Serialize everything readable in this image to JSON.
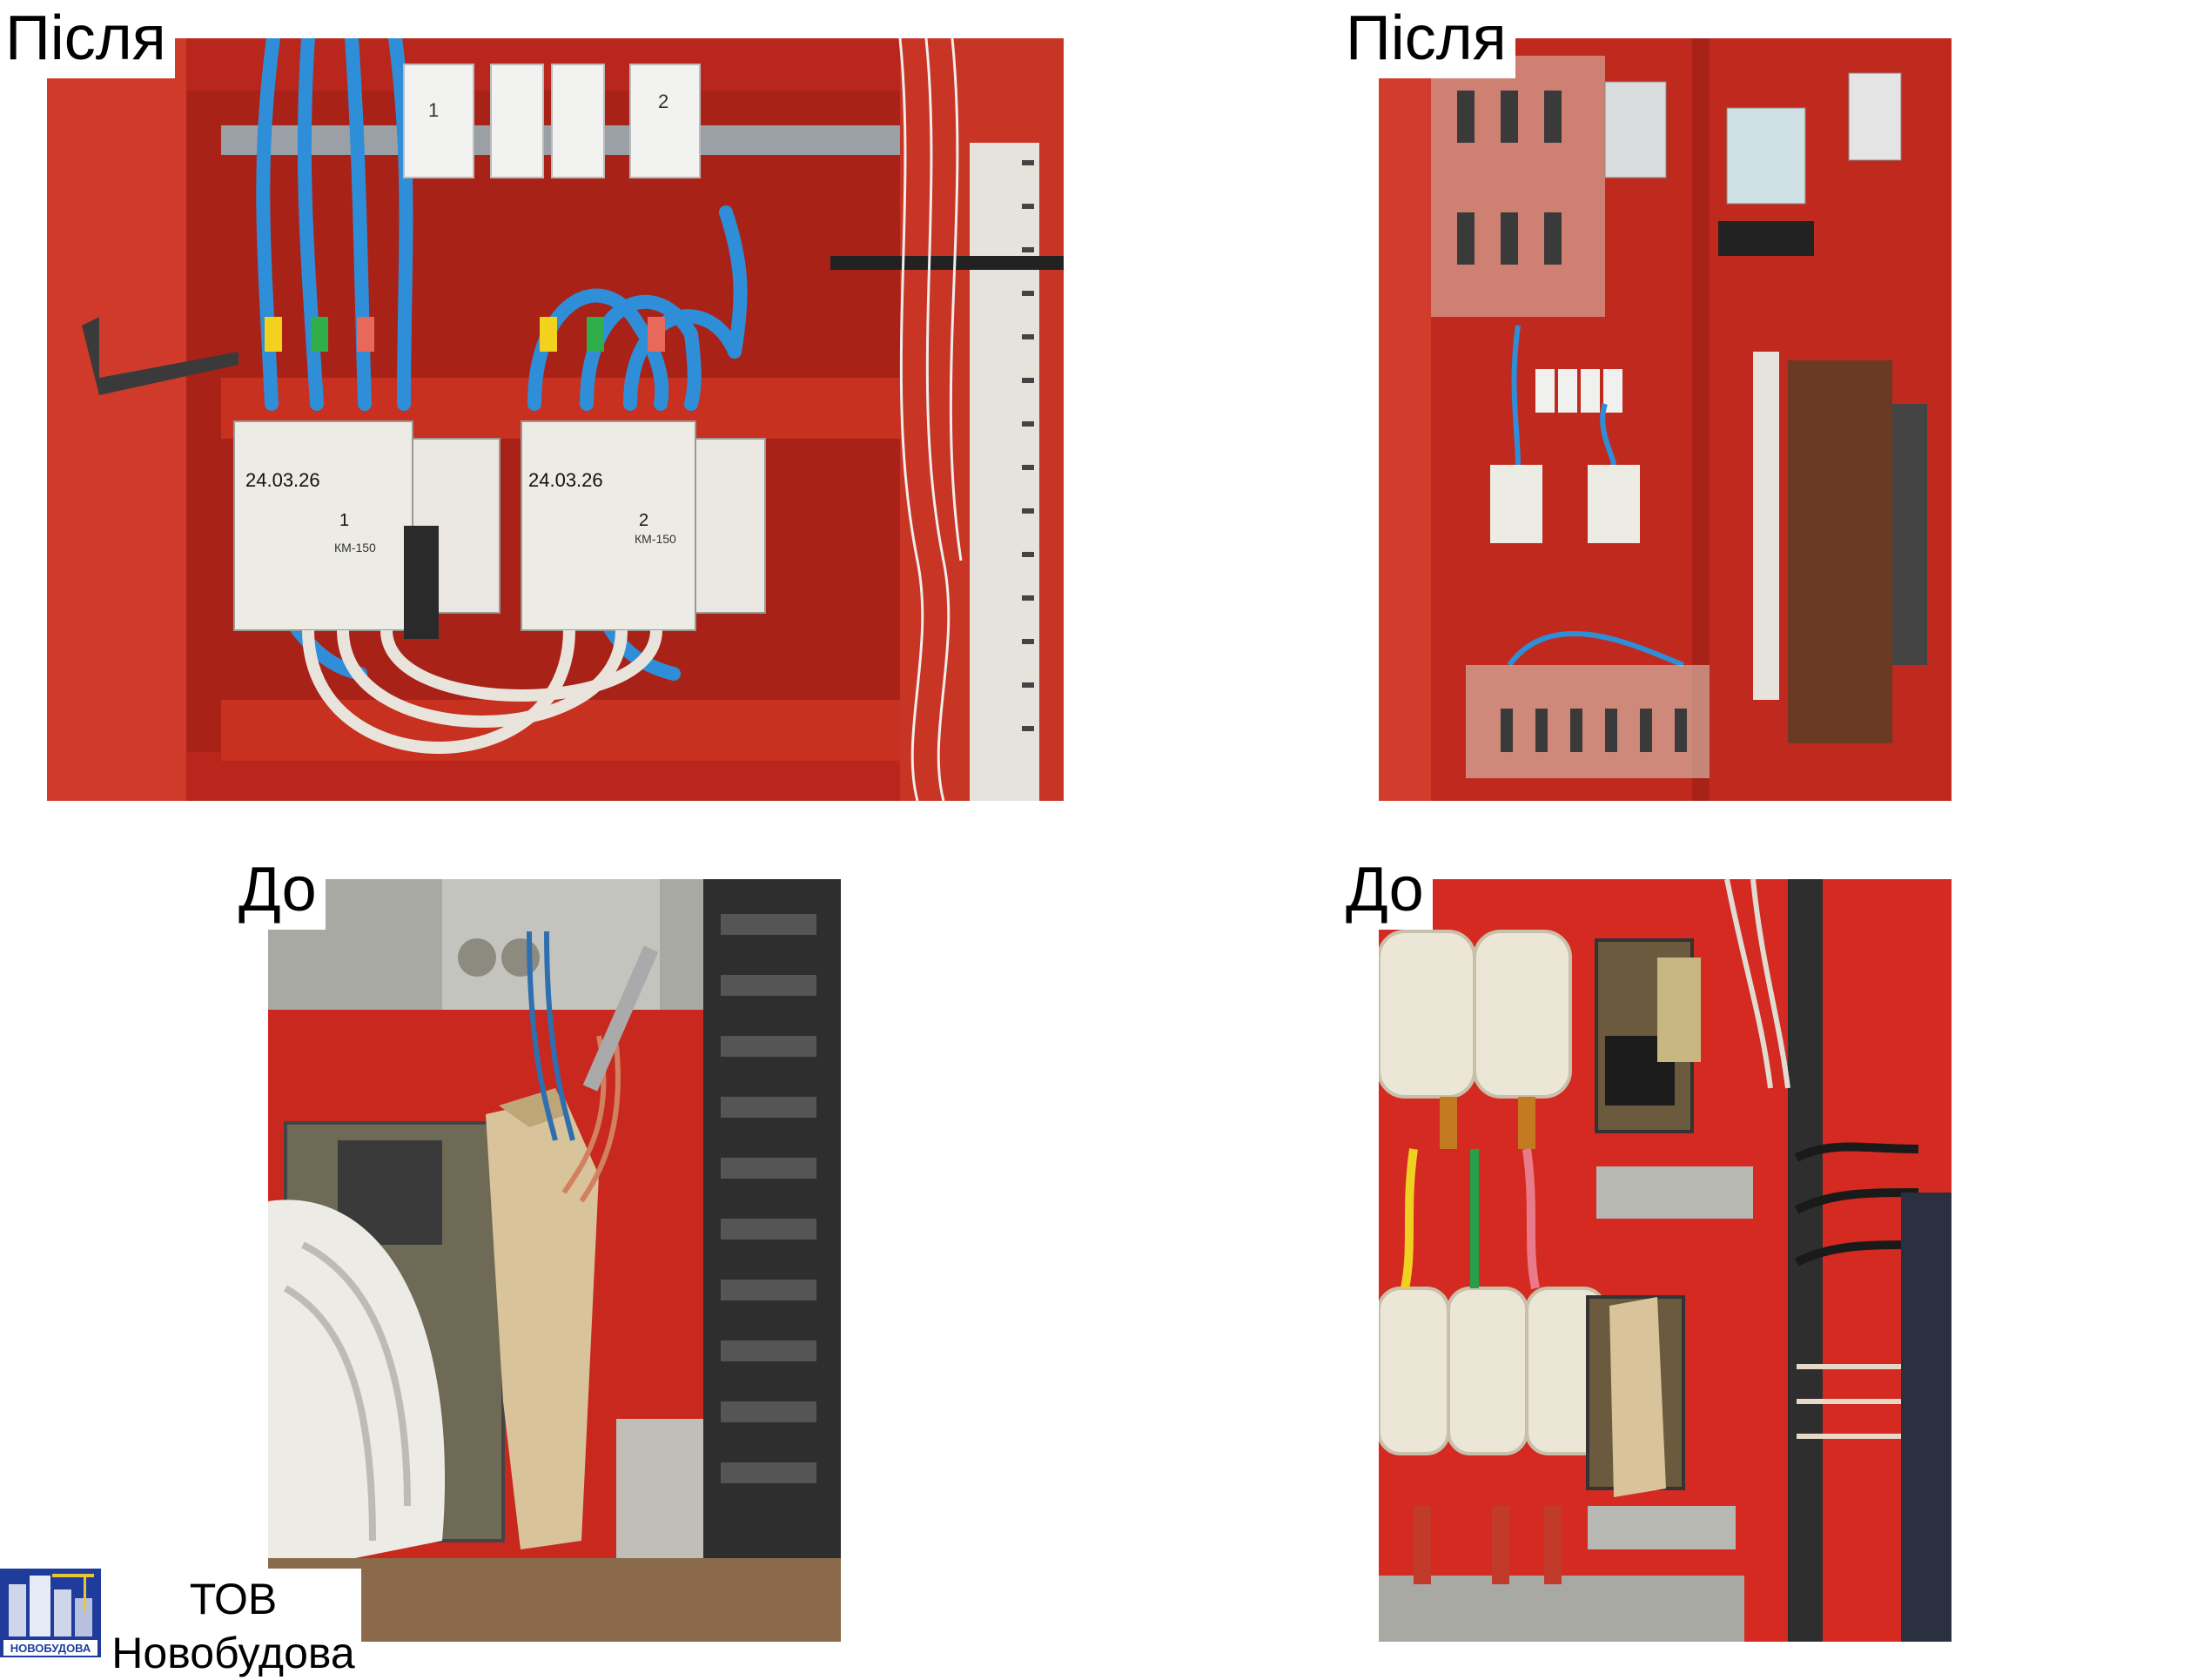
{
  "panels": {
    "top_left": {
      "label": "Після"
    },
    "top_right": {
      "label": "Після"
    },
    "bottom_left": {
      "label": "До"
    },
    "bottom_right": {
      "label": "До"
    }
  },
  "photo_text": {
    "contactor_date_1": "24.03.26",
    "contactor_date_2": "24.03.26",
    "contactor_num_1": "1",
    "contactor_num_2": "2",
    "contactor_model": "КМ-150",
    "breaker_num_1": "1",
    "breaker_num_2": "2"
  },
  "branding": {
    "line1": "ТОВ",
    "line2": "Новобудова",
    "logo_text": "НОВОБУДОВА"
  },
  "colors": {
    "cabinet_red": "#c8281e",
    "wire_blue": "#2e8fd8",
    "logo_blue": "#1f3c9c"
  }
}
